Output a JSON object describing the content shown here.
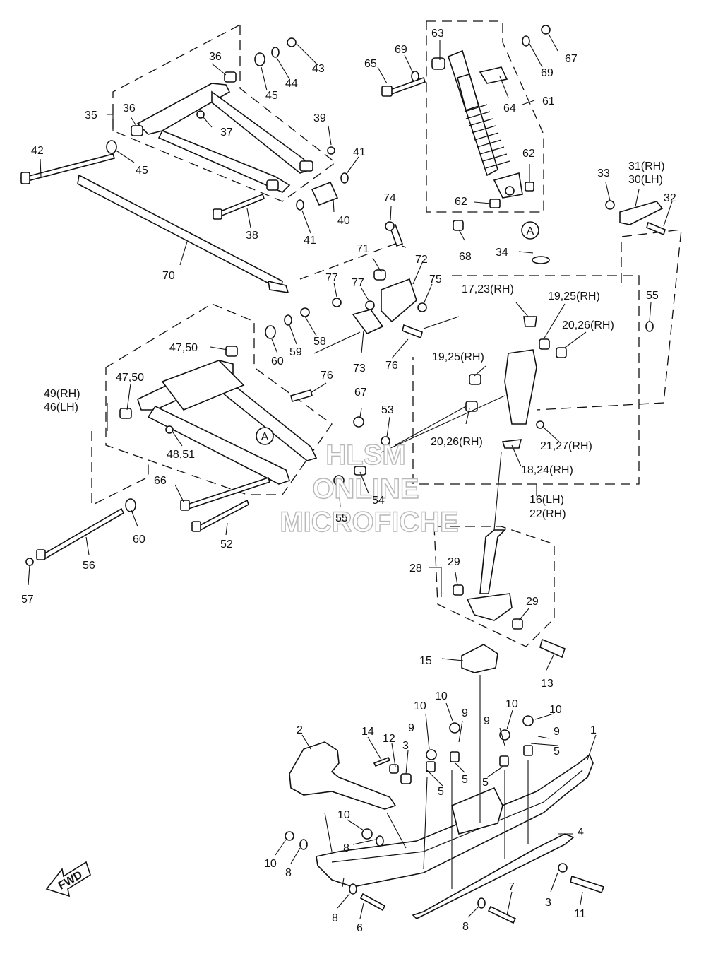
{
  "callouts": [
    {
      "text": "63"
    },
    {
      "text": "69"
    },
    {
      "text": "65"
    },
    {
      "text": "67"
    },
    {
      "text": "69"
    },
    {
      "text": "64"
    },
    {
      "text": "61"
    },
    {
      "text": "62"
    },
    {
      "text": "62"
    },
    {
      "text": "68"
    },
    {
      "text": "36"
    },
    {
      "text": "43"
    },
    {
      "text": "44"
    },
    {
      "text": "45"
    },
    {
      "text": "36"
    },
    {
      "text": "35"
    },
    {
      "text": "37"
    },
    {
      "text": "39"
    },
    {
      "text": "42"
    },
    {
      "text": "45"
    },
    {
      "text": "41"
    },
    {
      "text": "40"
    },
    {
      "text": "41"
    },
    {
      "text": "38"
    },
    {
      "text": "74"
    },
    {
      "text": "70"
    },
    {
      "text": "71"
    },
    {
      "text": "72"
    },
    {
      "text": "75"
    },
    {
      "text": "77"
    },
    {
      "text": "77"
    },
    {
      "text": "73"
    },
    {
      "text": "76"
    },
    {
      "text": "58"
    },
    {
      "text": "59"
    },
    {
      "text": "60"
    },
    {
      "text": "47,50"
    },
    {
      "text": "47,50"
    },
    {
      "text": "49(RH)"
    },
    {
      "text": "46(LH)"
    },
    {
      "text": "76"
    },
    {
      "text": "67"
    },
    {
      "text": "53"
    },
    {
      "text": "48,51"
    },
    {
      "text": "66"
    },
    {
      "text": "55"
    },
    {
      "text": "54"
    },
    {
      "text": "52"
    },
    {
      "text": "60"
    },
    {
      "text": "56"
    },
    {
      "text": "57"
    },
    {
      "text": "33"
    },
    {
      "text": "31(RH)"
    },
    {
      "text": "30(LH)"
    },
    {
      "text": "32"
    },
    {
      "text": "34"
    },
    {
      "text": "17,23(RH)"
    },
    {
      "text": "19,25(RH)"
    },
    {
      "text": "20,26(RH)"
    },
    {
      "text": "55"
    },
    {
      "text": "19,25(RH)"
    },
    {
      "text": "20,26(RH)"
    },
    {
      "text": "21,27(RH)"
    },
    {
      "text": "18,24(RH)"
    },
    {
      "text": "16(LH)"
    },
    {
      "text": "22(RH)"
    },
    {
      "text": "28"
    },
    {
      "text": "29"
    },
    {
      "text": "29"
    },
    {
      "text": "15"
    },
    {
      "text": "13"
    },
    {
      "text": "10"
    },
    {
      "text": "10"
    },
    {
      "text": "9"
    },
    {
      "text": "10"
    },
    {
      "text": "10"
    },
    {
      "text": "9"
    },
    {
      "text": "9"
    },
    {
      "text": "9"
    },
    {
      "text": "5"
    },
    {
      "text": "1"
    },
    {
      "text": "2"
    },
    {
      "text": "14"
    },
    {
      "text": "12"
    },
    {
      "text": "3"
    },
    {
      "text": "5"
    },
    {
      "text": "5"
    },
    {
      "text": "5"
    },
    {
      "text": "10"
    },
    {
      "text": "8"
    },
    {
      "text": "4"
    },
    {
      "text": "10"
    },
    {
      "text": "8"
    },
    {
      "text": "8"
    },
    {
      "text": "6"
    },
    {
      "text": "7"
    },
    {
      "text": "8"
    },
    {
      "text": "3"
    },
    {
      "text": "11"
    }
  ],
  "ref_marks": [
    {
      "text": "A"
    },
    {
      "text": "A"
    }
  ],
  "fwd_label": "FWD",
  "watermark": {
    "line1": "HLSM",
    "line2": "ONLINE",
    "line3": "MICROFICHE"
  }
}
